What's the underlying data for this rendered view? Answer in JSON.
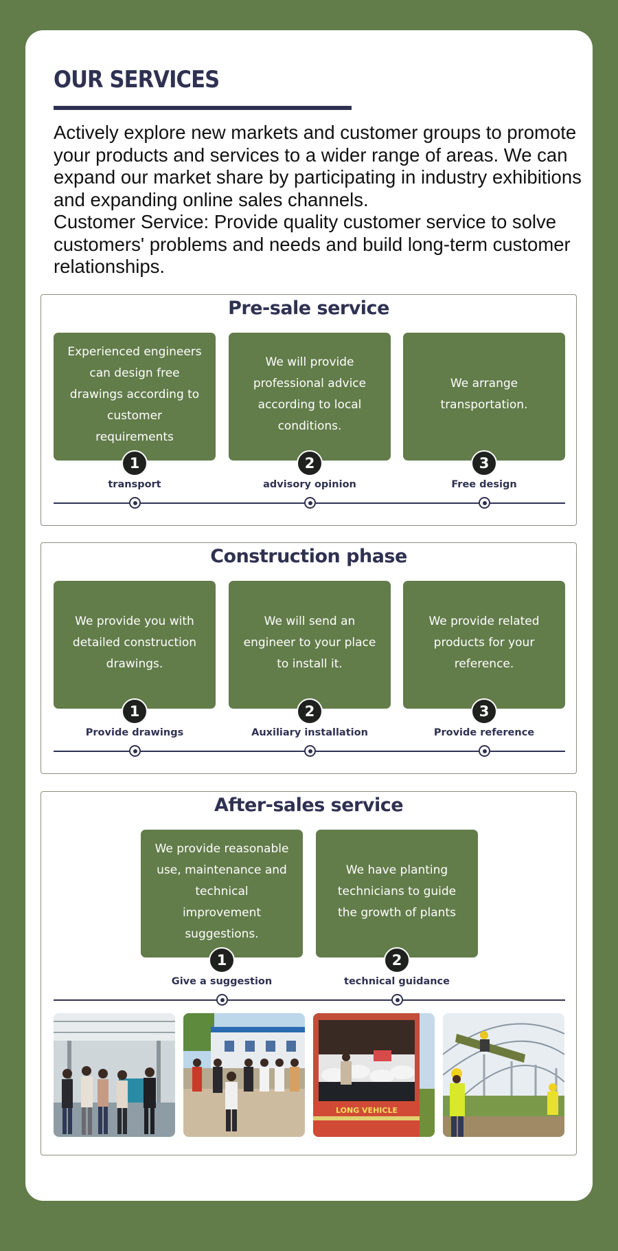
{
  "header": {
    "title": "OUR SERVICES",
    "intro_lines": [
      "Actively explore new markets and customer groups to promote",
      "your products and services to a wider range of areas. We can",
      "expand our market share by participating in industry exhibitions",
      "and expanding online sales channels.",
      "Customer Service: Provide quality customer service to solve",
      "customers' problems and needs and build long-term customer",
      "relationships."
    ]
  },
  "pre_sale": {
    "title": "Pre-sale service",
    "cards": [
      {
        "number": "1",
        "text": "Experienced engineers can design free drawings according to customer requirements",
        "label": "transport"
      },
      {
        "number": "2",
        "text": "We will provide professional advice according to local conditions.",
        "label": "advisory opinion"
      },
      {
        "number": "3",
        "text": "We arrange transportation.",
        "label": "Free design"
      }
    ]
  },
  "construction": {
    "title": "Construction phase",
    "cards": [
      {
        "number": "1",
        "text": "We provide you with detailed construction drawings.",
        "label": "Provide drawings"
      },
      {
        "number": "2",
        "text": "We will send an engineer to your place to install it.",
        "label": "Auxiliary installation"
      },
      {
        "number": "3",
        "text": "We provide related products for your reference.",
        "label": "Provide reference"
      }
    ]
  },
  "after_sales": {
    "title": "After-sales service",
    "cards": [
      {
        "number": "1",
        "text": "We provide reasonable use, maintenance and technical improvement suggestions.",
        "label": "Give a suggestion"
      },
      {
        "number": "2",
        "text": "We have planting technicians to guide the growth of plants",
        "label": "technical guidance"
      }
    ],
    "photos": [
      "factory-visit-photo",
      "outdoor-group-photo",
      "container-loading-photo",
      "greenhouse-installation-photo"
    ],
    "photo_truck_text": "LONG VEHICLE"
  },
  "colors": {
    "background": "#627c4a",
    "card": "#ffffff",
    "navy": "#2f3152",
    "box_green": "#627c4a"
  }
}
